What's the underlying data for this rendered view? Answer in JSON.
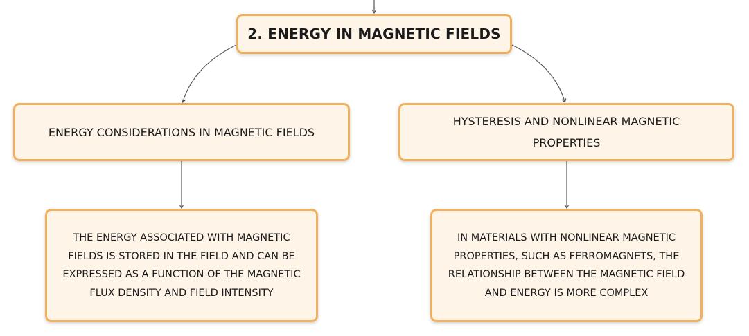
{
  "diagram": {
    "root": {
      "label": "2. ENERGY IN MAGNETIC FIELDS"
    },
    "branches": [
      {
        "label": "ENERGY CONSIDERATIONS IN MAGNETIC FIELDS",
        "detail": "THE ENERGY ASSOCIATED WITH MAGNETIC FIELDS IS STORED IN THE FIELD AND CAN BE EXPRESSED AS A FUNCTION OF THE MAGNETIC FLUX DENSITY AND FIELD INTENSITY"
      },
      {
        "label": "HYSTERESIS AND NONLINEAR MAGNETIC PROPERTIES",
        "detail": "IN MATERIALS WITH NONLINEAR MAGNETIC PROPERTIES, SUCH AS FERROMAGNETS, THE RELATIONSHIP BETWEEN THE MAGNETIC FIELD AND ENERGY IS MORE COMPLEX"
      }
    ]
  },
  "colors": {
    "node_fill": "#fef4e8",
    "node_border": "#f1b15c",
    "connector": "#555555",
    "text": "#1b1b1b"
  }
}
